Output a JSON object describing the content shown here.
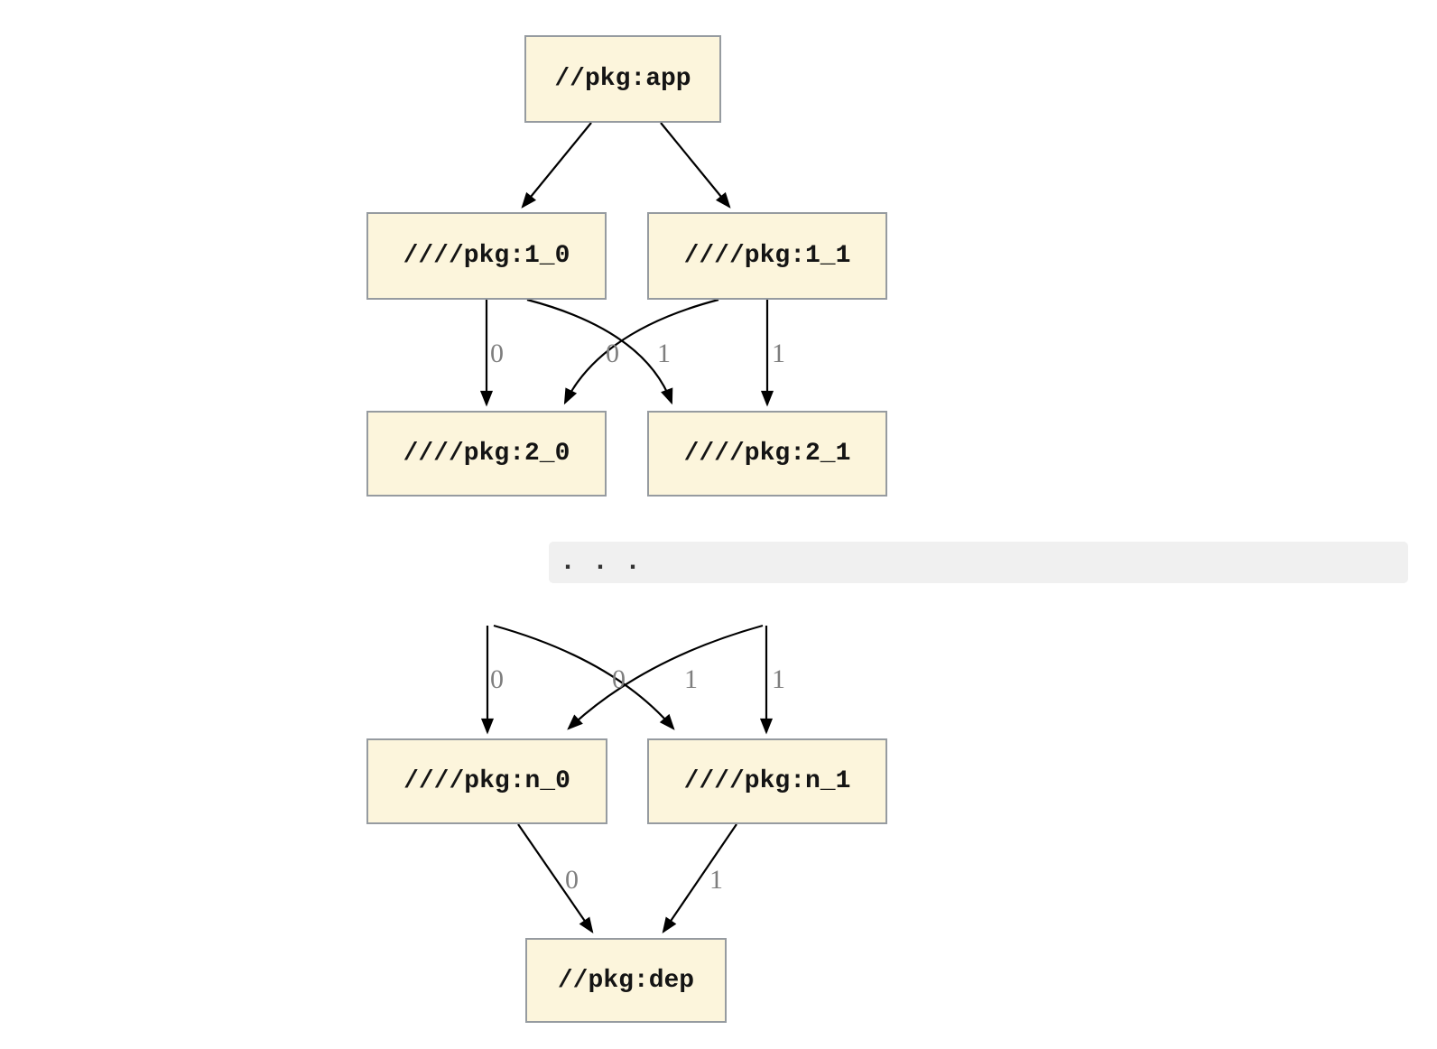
{
  "graph": {
    "nodes": [
      {
        "id": "app",
        "label": "//pkg:app"
      },
      {
        "id": "1_0",
        "label": "////pkg:1_0"
      },
      {
        "id": "1_1",
        "label": "////pkg:1_1"
      },
      {
        "id": "2_0",
        "label": "////pkg:2_0"
      },
      {
        "id": "2_1",
        "label": "////pkg:2_1"
      },
      {
        "id": "n_0",
        "label": "////pkg:n_0"
      },
      {
        "id": "n_1",
        "label": "////pkg:n_1"
      },
      {
        "id": "dep",
        "label": "//pkg:dep"
      }
    ],
    "edges": [
      {
        "from": "//pkg:app",
        "to": "////pkg:1_0",
        "label": ""
      },
      {
        "from": "//pkg:app",
        "to": "////pkg:1_1",
        "label": ""
      },
      {
        "from": "////pkg:1_0",
        "to": "////pkg:2_0",
        "label": "0"
      },
      {
        "from": "////pkg:1_1",
        "to": "////pkg:2_0",
        "label": "0"
      },
      {
        "from": "////pkg:1_0",
        "to": "////pkg:2_1",
        "label": "1"
      },
      {
        "from": "////pkg:1_1",
        "to": "////pkg:2_1",
        "label": "1"
      },
      {
        "from": ". . .",
        "to": "////pkg:n_0",
        "label": "0"
      },
      {
        "from": ". . .",
        "to": "////pkg:n_0",
        "label": "0"
      },
      {
        "from": ". . .",
        "to": "////pkg:n_1",
        "label": "1"
      },
      {
        "from": ". . .",
        "to": "////pkg:n_1",
        "label": "1"
      },
      {
        "from": "////pkg:n_0",
        "to": "//pkg:dep",
        "label": "0"
      },
      {
        "from": "////pkg:n_1",
        "to": "//pkg:dep",
        "label": "1"
      }
    ],
    "ellipsis_text": ". . .",
    "colors": {
      "node_fill": "#FCF5DC",
      "node_border": "#969BA0",
      "edge": "#000000",
      "edge_label": "#7E7E7E",
      "ellipsis_bg": "#F0F0F0"
    }
  }
}
